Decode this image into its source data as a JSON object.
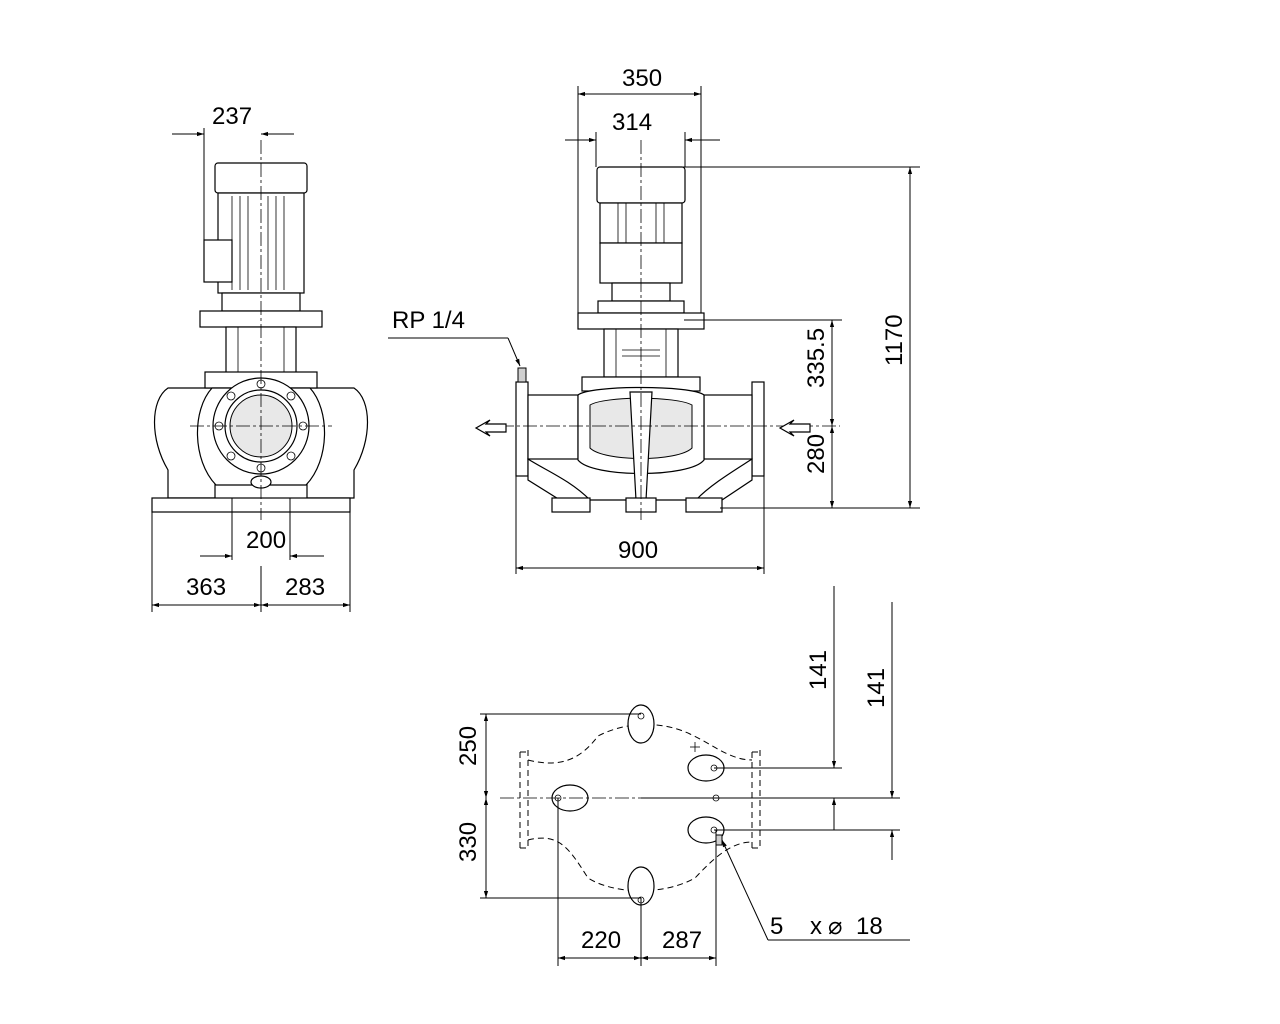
{
  "dimensions": {
    "motor_width_side": "237",
    "flange_bore": "200",
    "base_left": "363",
    "base_right": "283",
    "motor_outer": "350",
    "motor_inner": "314",
    "shaft_height": "335.5",
    "inlet_height": "280",
    "total_height": "1170",
    "port_length": "900",
    "vent_port": "RP 1/4",
    "foot_offset_a": "141",
    "foot_offset_b": "141",
    "foot_span_top": "250",
    "foot_span_bottom": "330",
    "foot_x_left": "220",
    "foot_x_right": "287",
    "holes_count": "5",
    "holes_x": "x",
    "holes_dia_symbol": "⌀",
    "holes_dia": "18"
  }
}
